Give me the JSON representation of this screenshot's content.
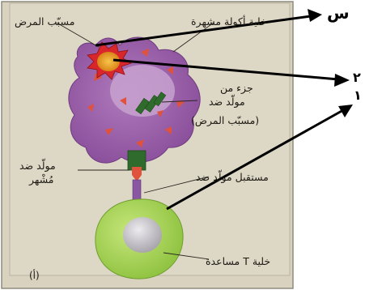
{
  "figure": {
    "panel_letter": "(أ)",
    "labels": {
      "macrophage": "خلية أكولة مشهرة",
      "pathogen": "مسبّب المرض",
      "antigen_fragment_line1": "جزء من",
      "antigen_fragment_line2": "مولّد ضد",
      "antigen_fragment_line3": "(مسبّب المرض)",
      "presented_antigen_line1": "مولّد ضد",
      "presented_antigen_line2": "مُشْهر",
      "antigen_receptor": "مستقبل مولّد ضد",
      "helper_t_cell": "خلية T مساعدة"
    }
  },
  "annotations": {
    "arrow_top_label": "س",
    "arrow_middle_label": "٢",
    "arrow_bottom_label": "١"
  },
  "colors": {
    "paper": "#d9d3c0",
    "macrophage": "#9a5fa9",
    "macrophage_nucleus": "#c39bcc",
    "pathogen": "#e8a21f",
    "antigen_marker": "#2f6b2c",
    "t_cell": "#a9d557",
    "t_cell_nucleus": "#c9c7cb",
    "triangles": "#e0523b"
  }
}
